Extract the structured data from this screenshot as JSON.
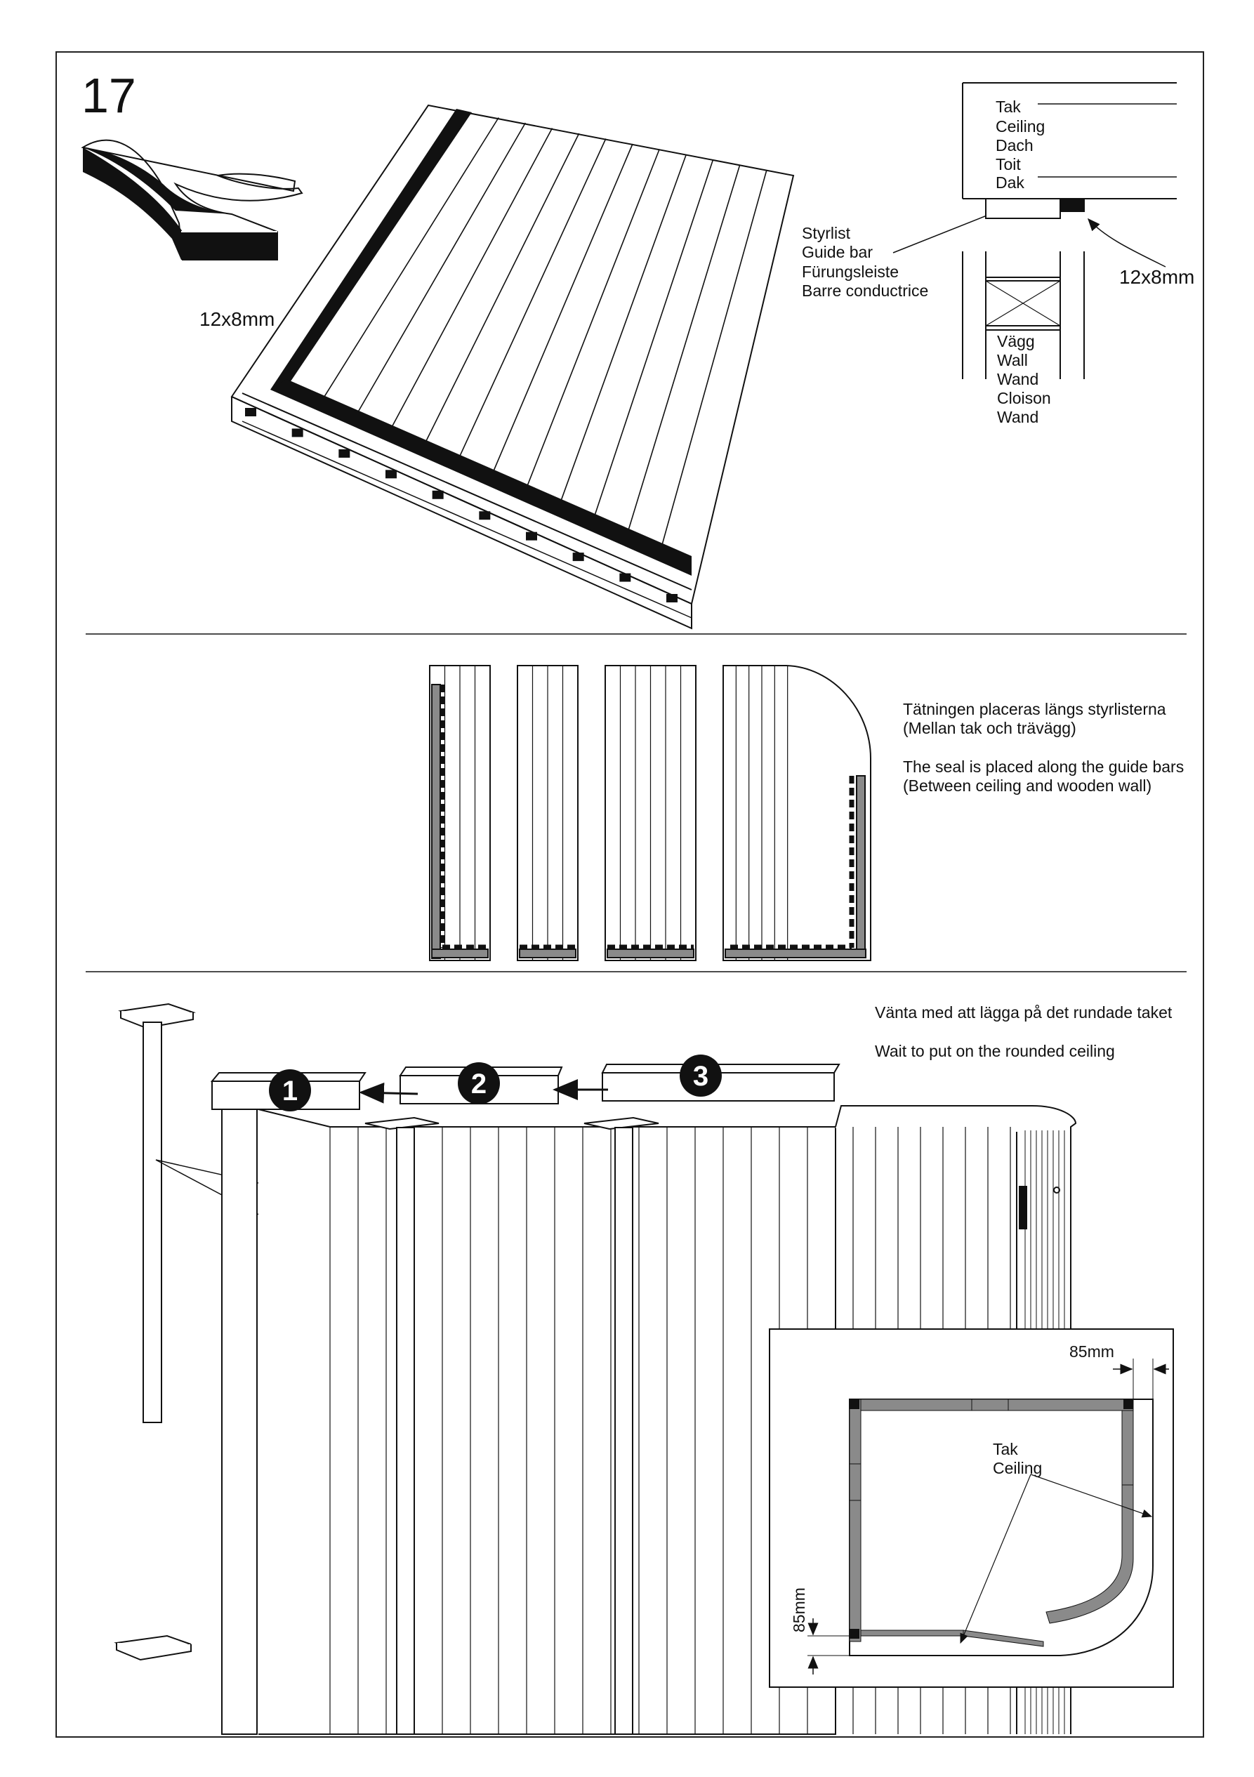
{
  "step_number": "17",
  "tape_size": "12x8mm",
  "detail_tape_size": "12x8mm",
  "ceiling_labels": [
    "Tak",
    "Ceiling",
    "Dach",
    "Toit",
    "Dak"
  ],
  "guide_bar_labels": [
    "Styrlist",
    "Guide bar",
    "Fürungsleiste",
    "Barre conductrice"
  ],
  "wall_labels": [
    "Vägg",
    "Wall",
    "Wand",
    "Cloison",
    "Wand"
  ],
  "seal_note": [
    "Tätningen placeras längs styrlisterna",
    "(Mellan tak och trävägg)",
    "The seal is placed along the guide bars",
    "(Between ceiling and wooden wall)"
  ],
  "wait_note": [
    "Vänta med att lägga på det rundade taket",
    "Wait to put on the rounded ceiling"
  ],
  "order_badges": [
    "1",
    "2",
    "3"
  ],
  "inset": {
    "dim_top": "85mm",
    "dim_left": "85mm",
    "ceiling_labels": [
      "Tak",
      "Ceiling"
    ]
  },
  "colors": {
    "line": "#111111",
    "seal": "#111111",
    "gray": "#8a8a8a"
  }
}
